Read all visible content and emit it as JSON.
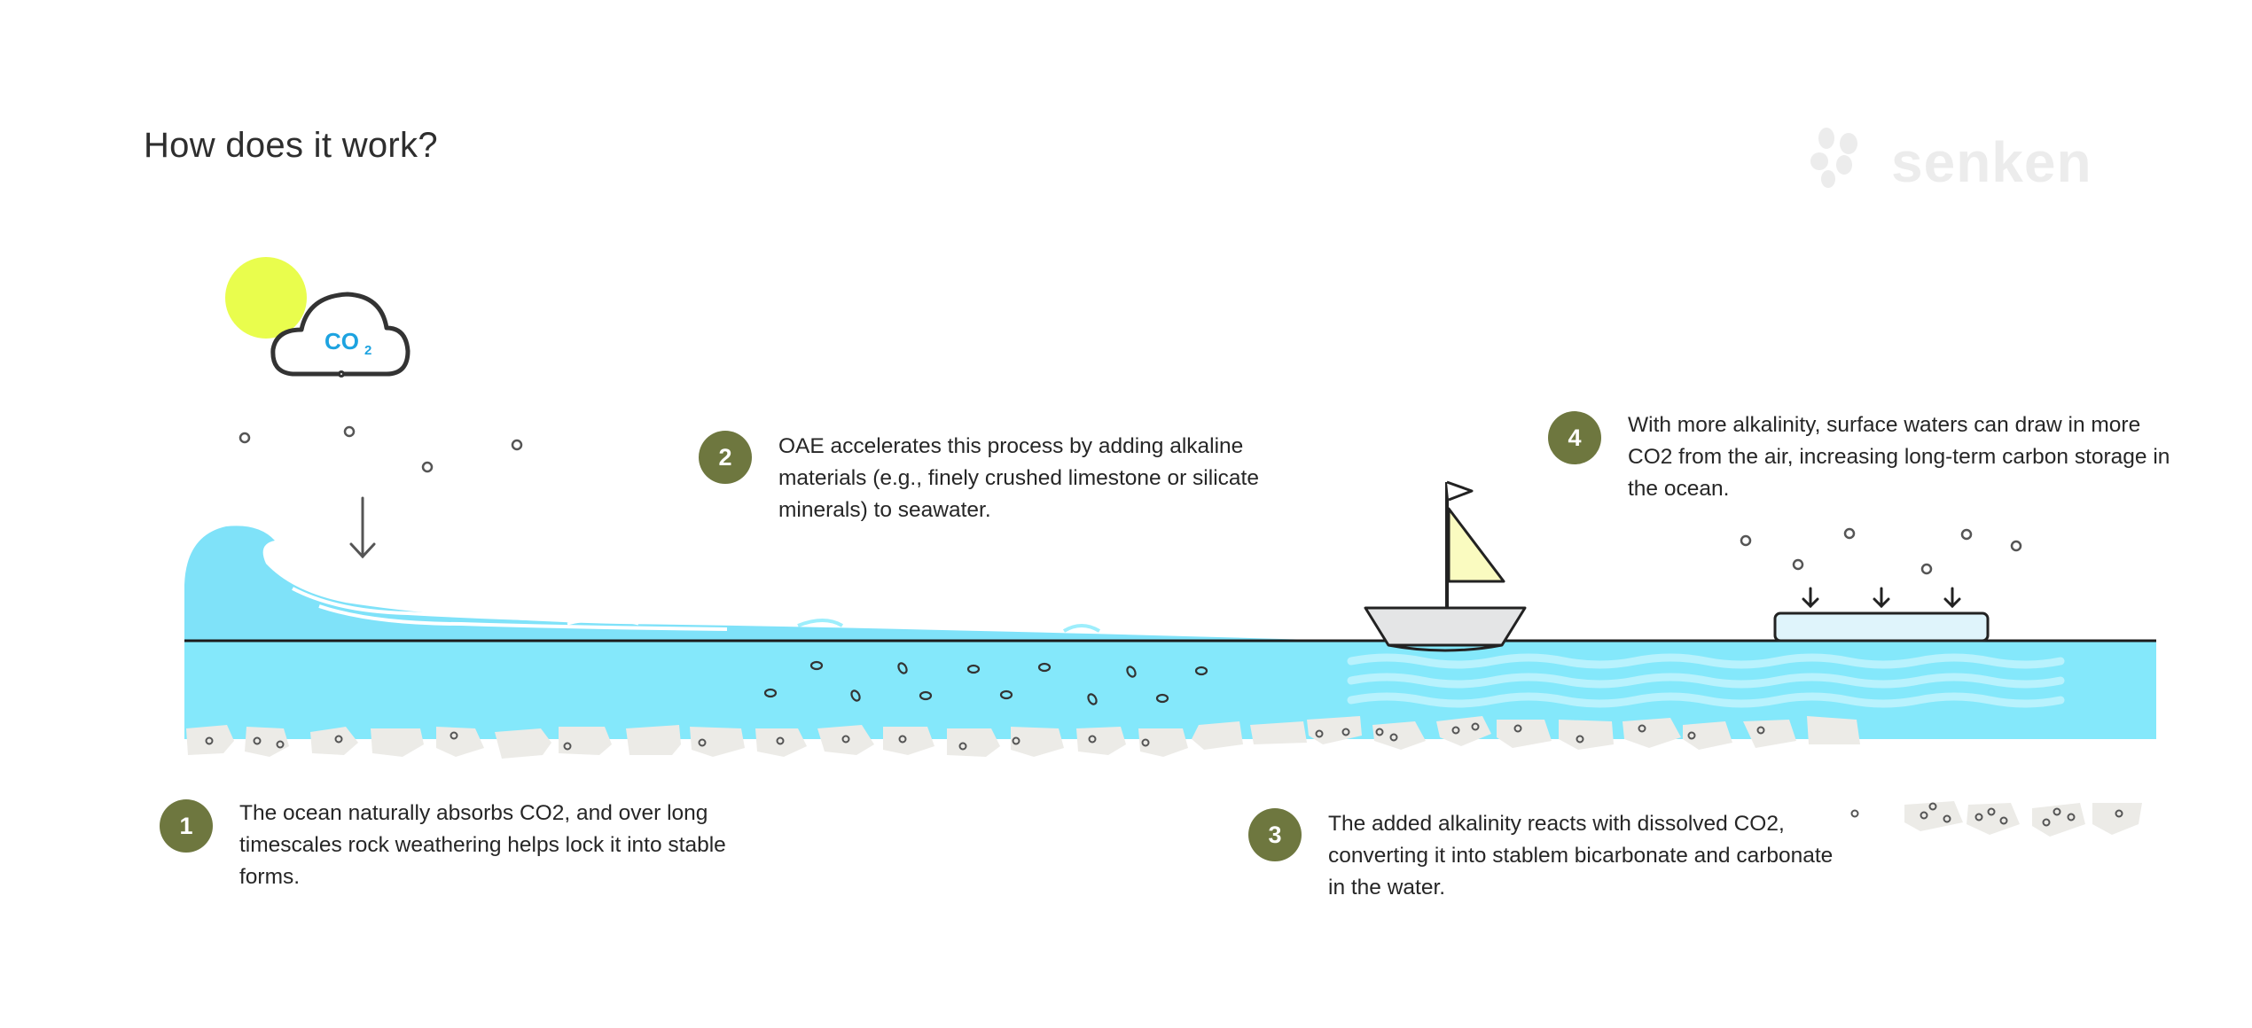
{
  "page": {
    "title": "How does it work?"
  },
  "brand": {
    "name": "senken",
    "logo_color": "#ececec"
  },
  "cloud": {
    "label": "CO",
    "subscript": "2"
  },
  "colors": {
    "ocean": "#84e8fb",
    "wave": "#7fe2f9",
    "sun": "#e9fd4d",
    "badge": "#6e773f",
    "rock": "#ecebe7",
    "sail": "#fafbc0",
    "co2_text": "#1da3e0"
  },
  "steps": [
    {
      "number": "1",
      "text": "The ocean naturally absorbs CO2, and over long timescales rock weathering helps lock it into stable forms."
    },
    {
      "number": "2",
      "text": "OAE accelerates this process by adding alkaline materials (e.g., finely crushed limestone or silicate minerals) to seawater."
    },
    {
      "number": "3",
      "text": "The added alkalinity reacts with dissolved CO2, converting it into stablem bicarbonate and carbonate in the water."
    },
    {
      "number": "4",
      "text": "With more alkalinity, surface waters can draw in more CO2 from the air, increasing long-term carbon storage in the ocean."
    }
  ],
  "icons": [
    "sun-icon",
    "cloud-icon",
    "down-arrow-icon",
    "wave-icon",
    "sailboat-icon",
    "barge-icon",
    "rock-icon",
    "molecule-icon"
  ]
}
